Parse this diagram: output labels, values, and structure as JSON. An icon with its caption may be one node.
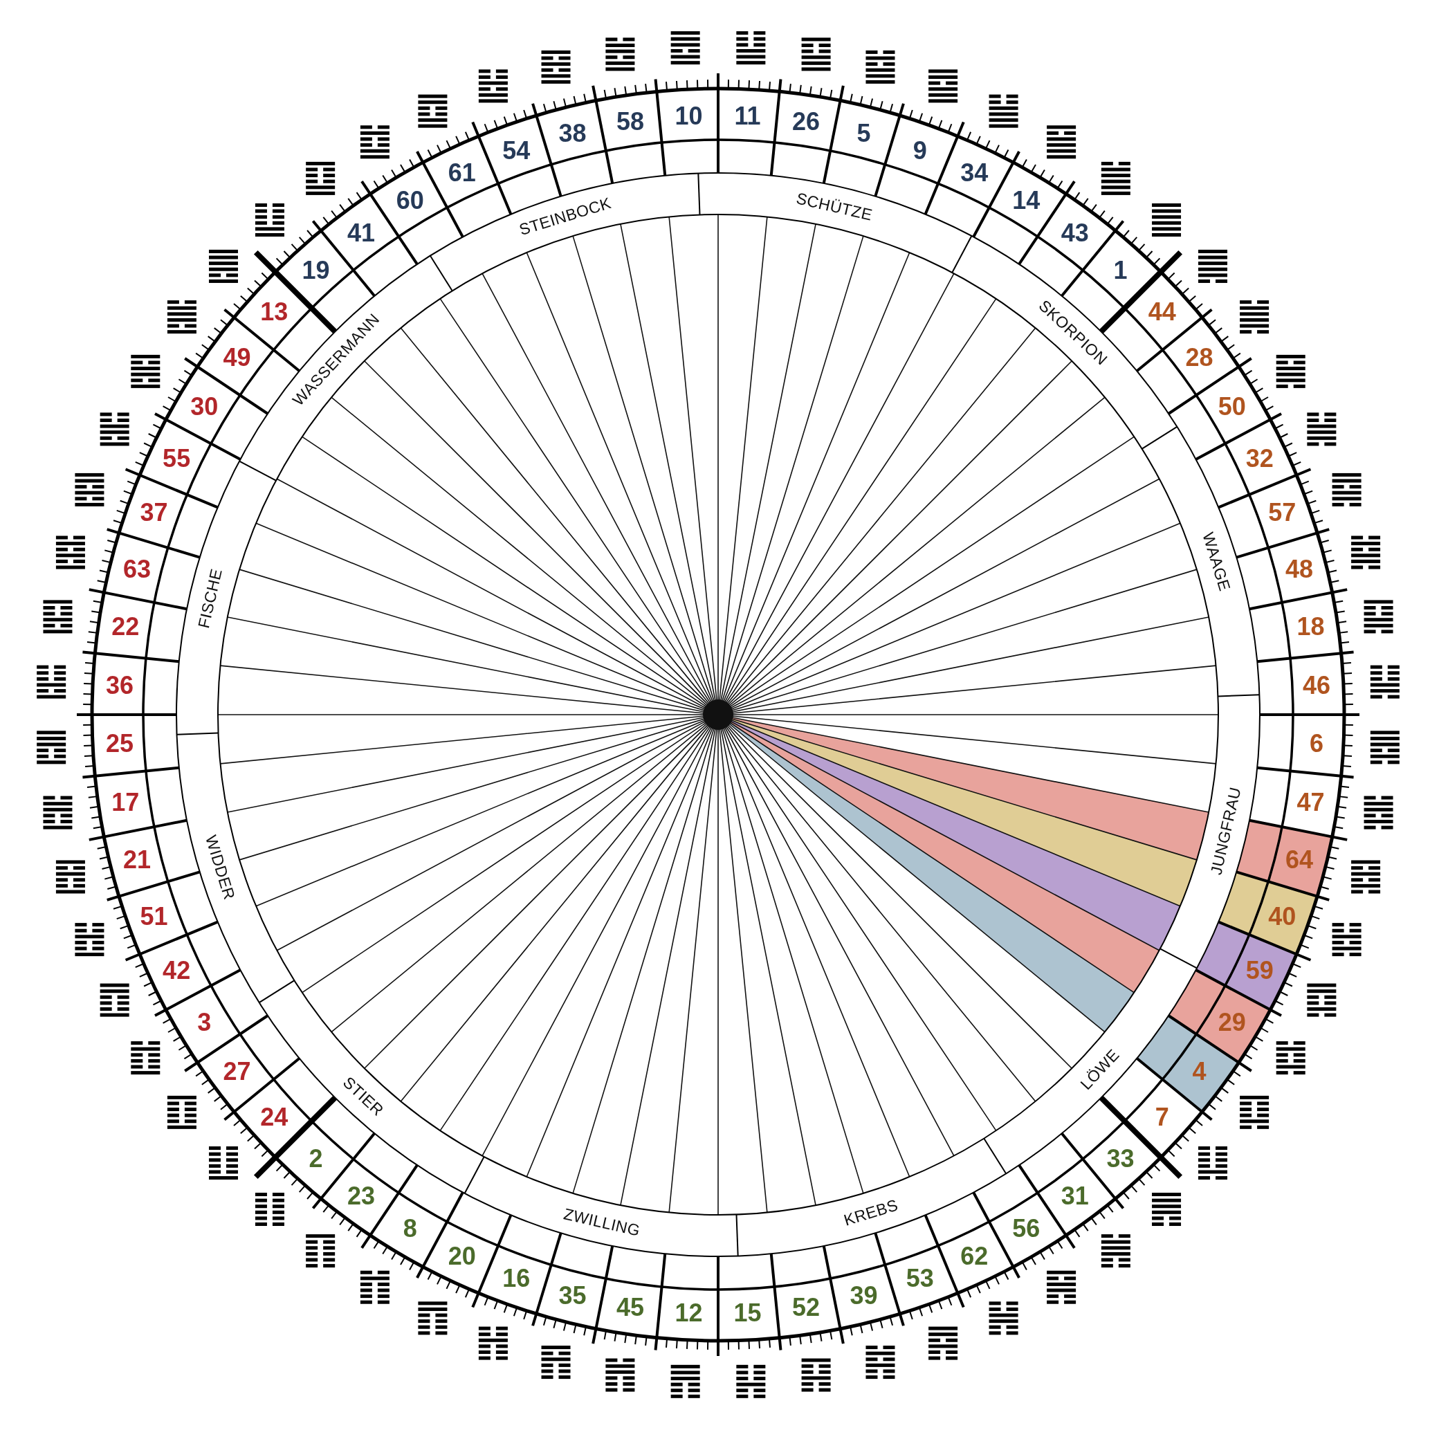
{
  "diagram": {
    "labels": [
      "11",
      "26",
      "5",
      "9",
      "34",
      "14",
      "43",
      "1",
      "44",
      "28",
      "50",
      "32",
      "57",
      "48",
      "18",
      "46",
      "6",
      "47",
      "64",
      "40",
      "59",
      "29",
      "4",
      "7",
      "33",
      "31",
      "56",
      "62",
      "53",
      "39",
      "52",
      "15",
      "12",
      "45",
      "35",
      "16",
      "20",
      "8",
      "23",
      "2",
      "24",
      "27",
      "3",
      "42",
      "51",
      "21",
      "17",
      "25",
      "36",
      "22",
      "63",
      "37",
      "55",
      "30",
      "49",
      "13",
      "19",
      "41",
      "60",
      "61",
      "54",
      "38",
      "58",
      "10",
      "SCHÜTZE",
      "SKORPION",
      "WAAGE",
      "JUNGFRAU",
      "LÖWE",
      "KREBS",
      "ZWILLING",
      "STIER",
      "WIDDER",
      "FISCHE",
      "WASSERMANN",
      "STEINBOCK"
    ]
  }
}
